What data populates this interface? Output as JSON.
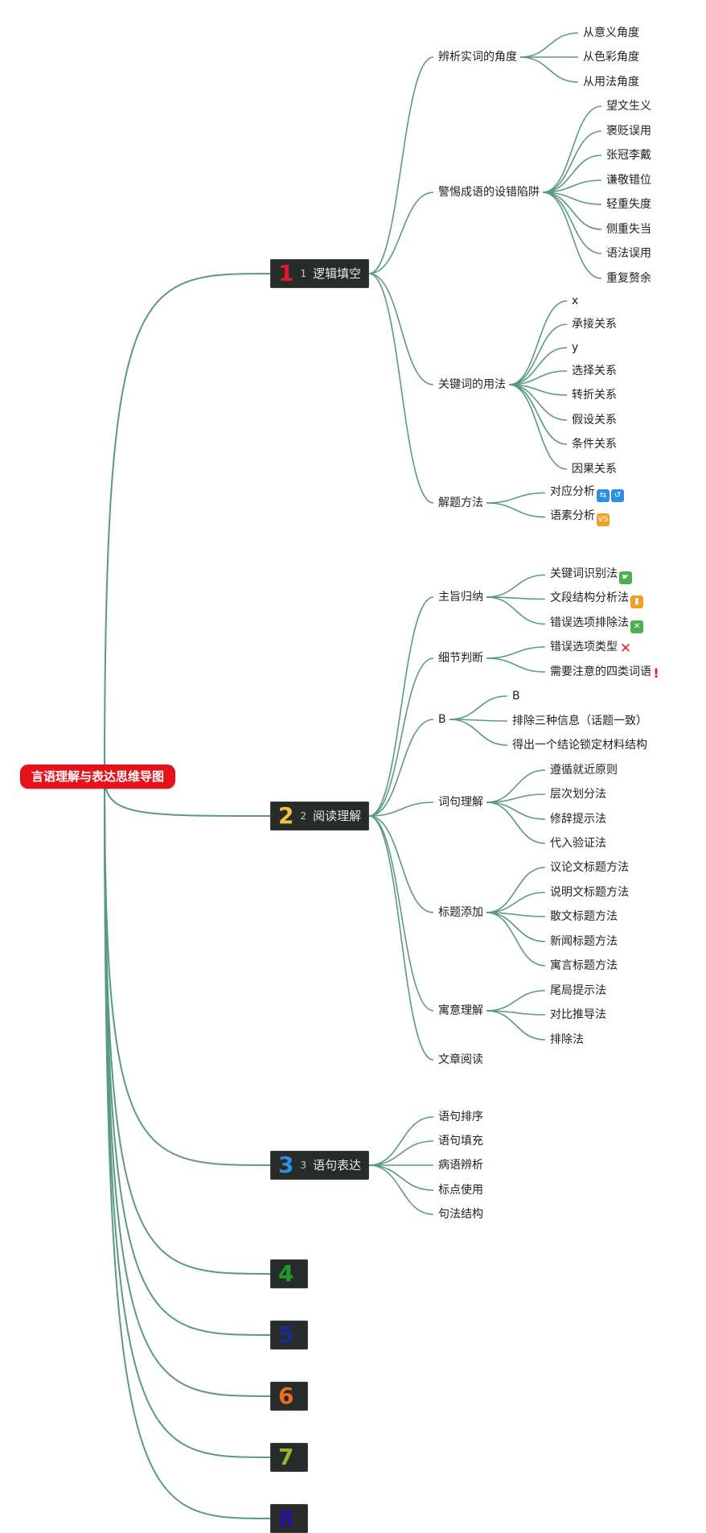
{
  "root": {
    "label": "言语理解与表达思维导图"
  },
  "colors": {
    "link": "#5a9a85",
    "root_bg": "#e3121b",
    "main_bg": "#272b2a"
  },
  "mains": [
    {
      "id": "m1",
      "num": "1",
      "num_color": "#e01b2a",
      "index": "1",
      "label": "逻辑填空"
    },
    {
      "id": "m2",
      "num": "2",
      "num_color": "#f3c33c",
      "index": "2",
      "label": "阅读理解"
    },
    {
      "id": "m3",
      "num": "3",
      "num_color": "#2f8fe0",
      "index": "3",
      "label": "语句表达"
    },
    {
      "id": "m4",
      "num": "4",
      "num_color": "#1f9b2a",
      "index": "",
      "label": ""
    },
    {
      "id": "m5",
      "num": "5",
      "num_color": "#1b2a9b",
      "index": "",
      "label": ""
    },
    {
      "id": "m6",
      "num": "6",
      "num_color": "#ee6a1c",
      "index": "",
      "label": ""
    },
    {
      "id": "m7",
      "num": "7",
      "num_color": "#8dbb27",
      "index": "",
      "label": ""
    },
    {
      "id": "m8",
      "num": "8",
      "num_color": "#2a0fa0",
      "index": "",
      "label": ""
    }
  ],
  "subs": [
    {
      "id": "s1",
      "label": "辨析实词的角度"
    },
    {
      "id": "s2",
      "label": "警惕成语的设错陷阱"
    },
    {
      "id": "s3",
      "label": "关键词的用法"
    },
    {
      "id": "s4",
      "label": "解题方法"
    },
    {
      "id": "s5",
      "label": "主旨归纳"
    },
    {
      "id": "s6",
      "label": "细节判断"
    },
    {
      "id": "s7",
      "label": "B"
    },
    {
      "id": "s8",
      "label": "词句理解"
    },
    {
      "id": "s9",
      "label": "标题添加"
    },
    {
      "id": "s10",
      "label": "寓意理解"
    },
    {
      "id": "s11",
      "label": "文章阅读"
    },
    {
      "id": "s12",
      "label": "语句排序"
    },
    {
      "id": "s13",
      "label": "语句填充"
    },
    {
      "id": "s14",
      "label": "病语辨析"
    },
    {
      "id": "s15",
      "label": "标点使用"
    },
    {
      "id": "s16",
      "label": "句法结构"
    }
  ],
  "leaves": [
    {
      "id": "l1",
      "label": "从意义角度"
    },
    {
      "id": "l2",
      "label": "从色彩角度"
    },
    {
      "id": "l3",
      "label": "从用法角度"
    },
    {
      "id": "l4",
      "label": "望文生义"
    },
    {
      "id": "l5",
      "label": "褒贬误用"
    },
    {
      "id": "l6",
      "label": "张冠李戴"
    },
    {
      "id": "l7",
      "label": "谦敬错位"
    },
    {
      "id": "l8",
      "label": "轻重失度"
    },
    {
      "id": "l9",
      "label": "侧重失当"
    },
    {
      "id": "l10",
      "label": "语法误用"
    },
    {
      "id": "l11",
      "label": "重复赘余"
    },
    {
      "id": "l12",
      "label": "x"
    },
    {
      "id": "l13",
      "label": "承接关系"
    },
    {
      "id": "l14",
      "label": "y"
    },
    {
      "id": "l15",
      "label": "选择关系"
    },
    {
      "id": "l16",
      "label": "转折关系"
    },
    {
      "id": "l17",
      "label": "假设关系"
    },
    {
      "id": "l18",
      "label": "条件关系"
    },
    {
      "id": "l19",
      "label": "因果关系"
    },
    {
      "id": "l20",
      "label": "对应分析",
      "emoji": "blue-arrows-icon"
    },
    {
      "id": "l21",
      "label": "语素分析",
      "emoji": "vs-icon"
    },
    {
      "id": "l22",
      "label": "关键词识别法",
      "emoji": "finger-icon"
    },
    {
      "id": "l23",
      "label": "文段结构分析法",
      "emoji": "bar-chart-icon"
    },
    {
      "id": "l24",
      "label": "错误选项排除法",
      "emoji": "check-box-icon"
    },
    {
      "id": "l25",
      "label": "错误选项类型",
      "emoji": "cross-icon"
    },
    {
      "id": "l26",
      "label": "需要注意的四类词语",
      "emoji": "exclamation-icon"
    },
    {
      "id": "l27",
      "label": "B"
    },
    {
      "id": "l28",
      "label": "排除三种信息（话题一致）"
    },
    {
      "id": "l29",
      "label": "得出一个结论锁定材料结构"
    },
    {
      "id": "l30",
      "label": "遵循就近原则"
    },
    {
      "id": "l31",
      "label": "层次划分法"
    },
    {
      "id": "l32",
      "label": "修辞提示法"
    },
    {
      "id": "l33",
      "label": "代入验证法"
    },
    {
      "id": "l34",
      "label": "议论文标题方法"
    },
    {
      "id": "l35",
      "label": "说明文标题方法"
    },
    {
      "id": "l36",
      "label": "散文标题方法"
    },
    {
      "id": "l37",
      "label": "新闻标题方法"
    },
    {
      "id": "l38",
      "label": "寓言标题方法"
    },
    {
      "id": "l39",
      "label": "尾局提示法"
    },
    {
      "id": "l40",
      "label": "对比推导法"
    },
    {
      "id": "l41",
      "label": "排除法"
    }
  ]
}
